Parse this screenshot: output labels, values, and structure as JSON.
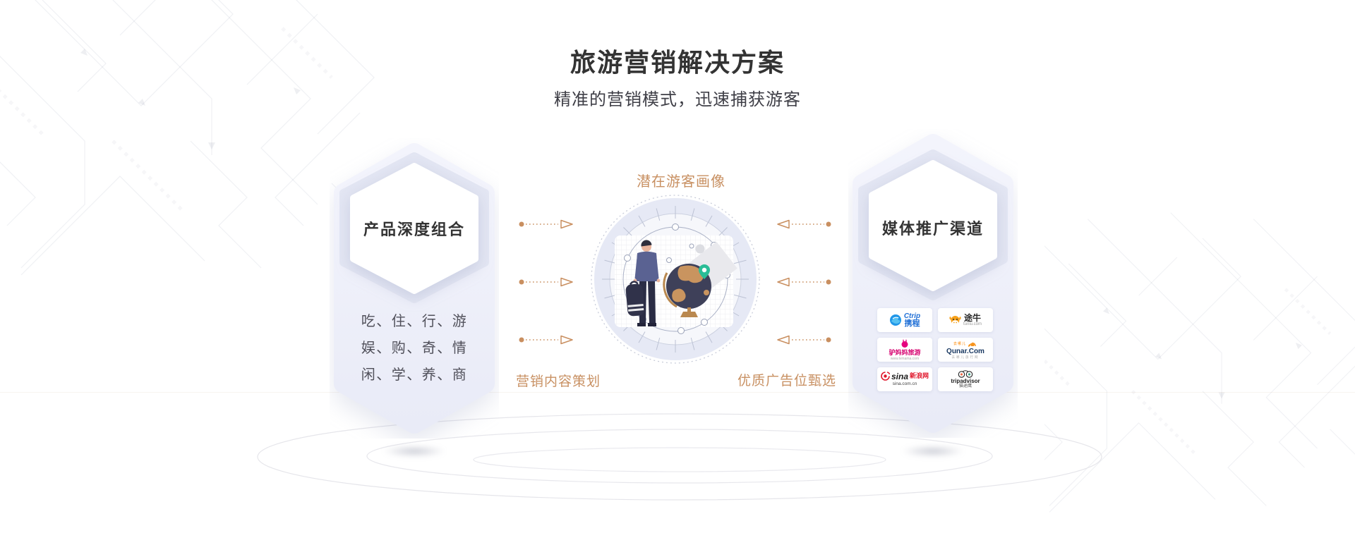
{
  "header": {
    "title": "旅游营销解决方案",
    "subtitle": "精准的营销模式，迅速捕获游客"
  },
  "left_card": {
    "title": "产品深度组合",
    "lines": [
      "吃、住、行、游",
      "娱、购、奇、情",
      "闲、学、养、商"
    ]
  },
  "center": {
    "top_label": "潜在游客画像",
    "bottom_left_label": "营销内容策划",
    "bottom_right_label": "优质广告位甄选"
  },
  "right_card": {
    "title": "媒体推广渠道",
    "logos": [
      {
        "id": "ctrip",
        "icon": "dolphin-icon",
        "line1": "Ctrip",
        "line2": "携程"
      },
      {
        "id": "tuniu",
        "icon": "cow-icon",
        "line1": "途牛",
        "line2": "tuniu.com"
      },
      {
        "id": "lvmama",
        "icon": "rabbit-icon",
        "line1": "驴妈妈旅游",
        "line2": "www.lvmama.com"
      },
      {
        "id": "qunar",
        "icon": "camel-icon",
        "line0": "去哪儿",
        "line1": "Qunar.Com",
        "line2": "去哪儿旅行网"
      },
      {
        "id": "sina",
        "icon": "eye-icon",
        "line1": "sina",
        "line1b": "新浪网",
        "line2": "sina.com.cn"
      },
      {
        "id": "tripadvisor",
        "icon": "owl-icon",
        "line1": "tripadvisor",
        "line2": "猫途鹰"
      }
    ]
  },
  "colors": {
    "accent_tan": "#c89062",
    "card_lavender": "#eaecf7",
    "title_gray": "#333333"
  }
}
